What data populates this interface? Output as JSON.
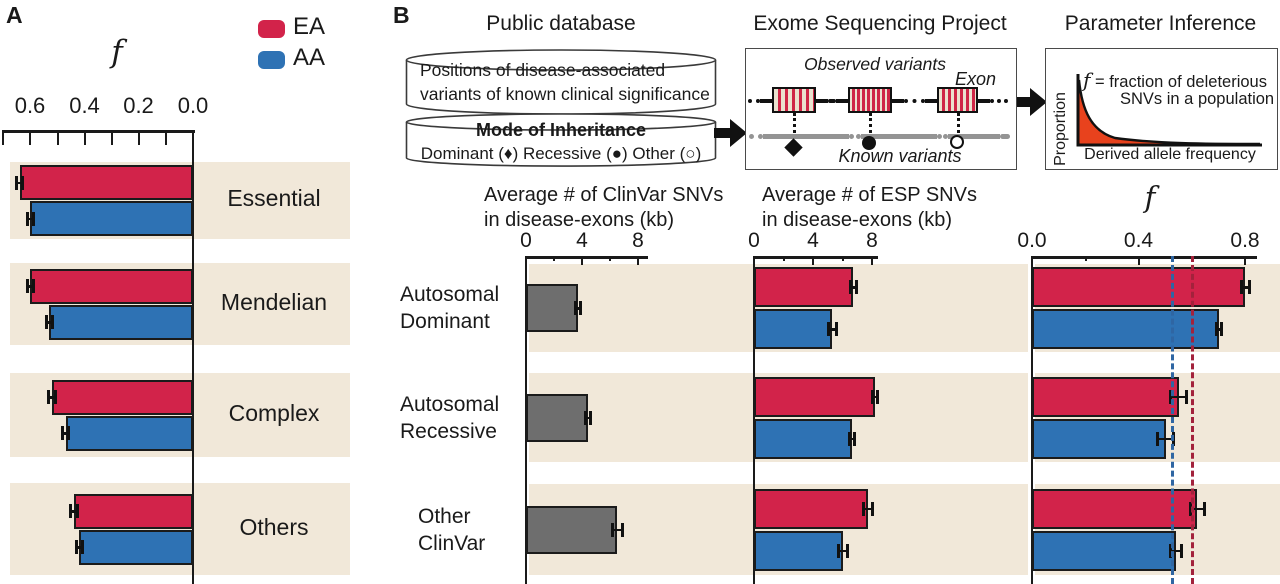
{
  "panel_a": {
    "label": "A",
    "legend": [
      {
        "label": "EA",
        "color": "#d2234a"
      },
      {
        "label": "AA",
        "color": "#2e72b4"
      }
    ]
  },
  "panel_b": {
    "label": "B",
    "public_db": {
      "title": "Public database",
      "box1_line1": "Positions of disease-associated",
      "box1_line2": "variants of known clinical significance",
      "box2_title": "Mode of Inheritance",
      "box2_line": "Dominant (♦) Recessive (●) Other (○)"
    },
    "esp": {
      "title": "Exome Sequencing Project",
      "observed_label": "Observed variants",
      "exon_label": "Exon",
      "known_label": "Known variants"
    },
    "inference": {
      "title": "Parameter Inference",
      "ylabel": "Proportion",
      "f_symbol": "f",
      "desc_line1": " = fraction of deleterious",
      "desc_line2": "SNVs in a population",
      "xlabel": "Derived allele frequency"
    }
  },
  "chart_data": [
    {
      "id": "panel_a_f",
      "type": "bar",
      "orientation": "horizontal-right-to-left",
      "title": "f",
      "categories": [
        "Essential",
        "Mendelian",
        "Complex",
        "Others"
      ],
      "series": [
        {
          "name": "EA",
          "color": "#d2234a",
          "values": [
            0.64,
            0.6,
            0.52,
            0.44
          ],
          "errors": [
            0.012,
            0.012,
            0.012,
            0.012
          ]
        },
        {
          "name": "AA",
          "color": "#2e72b4",
          "values": [
            0.6,
            0.53,
            0.47,
            0.42
          ],
          "errors": [
            0.012,
            0.012,
            0.012,
            0.012
          ]
        }
      ],
      "axis": {
        "range": [
          0,
          0.7
        ],
        "tick_labels": [
          "0.6",
          "0.4",
          "0.2",
          "0.0"
        ],
        "tick_values": [
          0.6,
          0.4,
          0.2,
          0.0
        ],
        "minor_ticks": [
          0.7,
          0.5,
          0.3,
          0.1
        ],
        "reversed": true
      }
    },
    {
      "id": "clinvar_snvs",
      "type": "bar",
      "orientation": "horizontal",
      "title": "Average # of ClinVar SNVs in disease-exons (kb)",
      "title_lines": [
        "Average # of ClinVar SNVs",
        "in disease-exons (kb)"
      ],
      "categories": [
        "Autosomal Dominant",
        "Autosomal Recessive",
        "Other ClinVar"
      ],
      "category_lines": [
        [
          "Autosomal",
          "Dominant"
        ],
        [
          "Autosomal",
          "Recessive"
        ],
        [
          "Other",
          "ClinVar"
        ]
      ],
      "series": [
        {
          "name": "ClinVar",
          "color": "#6e6e6e",
          "values": [
            3.7,
            4.4,
            6.5
          ],
          "errors": [
            0.15,
            0.2,
            0.35
          ]
        }
      ],
      "axis": {
        "range": [
          0,
          8.7
        ],
        "tick_labels": [
          "0",
          "4",
          "8"
        ],
        "tick_values": [
          0,
          4,
          8
        ],
        "minor_ticks": [
          2,
          6
        ]
      }
    },
    {
      "id": "esp_snvs",
      "type": "bar",
      "orientation": "horizontal",
      "title": "Average # of ESP SNVs in disease-exons (kb)",
      "title_lines": [
        "Average # of ESP SNVs",
        "in disease-exons (kb)"
      ],
      "categories": [
        "Autosomal Dominant",
        "Autosomal Recessive",
        "Other ClinVar"
      ],
      "series": [
        {
          "name": "EA",
          "color": "#d2234a",
          "values": [
            6.7,
            8.2,
            7.7
          ],
          "errors": [
            0.2,
            0.15,
            0.3
          ]
        },
        {
          "name": "AA",
          "color": "#2e72b4",
          "values": [
            5.3,
            6.6,
            6.0
          ],
          "errors": [
            0.25,
            0.15,
            0.3
          ]
        }
      ],
      "axis": {
        "range": [
          0,
          8.7
        ],
        "tick_labels": [
          "0",
          "4",
          "8"
        ],
        "tick_values": [
          0,
          4,
          8
        ],
        "minor_ticks": [
          2,
          6
        ]
      }
    },
    {
      "id": "f_inferred",
      "type": "bar",
      "orientation": "horizontal",
      "title": "f",
      "categories": [
        "Autosomal Dominant",
        "Autosomal Recessive",
        "Other ClinVar"
      ],
      "series": [
        {
          "name": "EA",
          "color": "#d2234a",
          "values": [
            0.8,
            0.55,
            0.62
          ],
          "errors": [
            0.015,
            0.03,
            0.025
          ]
        },
        {
          "name": "AA",
          "color": "#2e72b4",
          "values": [
            0.7,
            0.5,
            0.54
          ],
          "errors": [
            0.01,
            0.03,
            0.02
          ]
        }
      ],
      "axis": {
        "range": [
          0,
          0.93
        ],
        "tick_labels": [
          "0.0",
          "0.4",
          "0.8"
        ],
        "tick_values": [
          0,
          0.4,
          0.8
        ],
        "minor_ticks": [
          0.2,
          0.6
        ]
      },
      "reference_lines": [
        {
          "name": "blue-dashed-line",
          "color": "#2f66a3",
          "value": 0.525,
          "style": "dashed"
        },
        {
          "name": "red-dashed-line",
          "color": "#a3223c",
          "value": 0.6,
          "style": "dashed"
        }
      ]
    }
  ]
}
